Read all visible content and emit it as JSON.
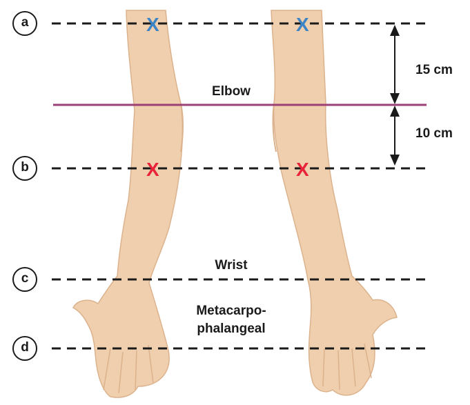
{
  "levels": {
    "a": "a",
    "b": "b",
    "c": "c",
    "d": "d"
  },
  "landmarks": {
    "elbow": "Elbow",
    "wrist": "Wrist",
    "mcp_line1": "Metacarpo-",
    "mcp_line2": "phalangeal"
  },
  "distances": {
    "above_elbow": "15 cm",
    "below_elbow": "10 cm"
  },
  "markers": {
    "symbol": "X",
    "proximal_color": "#3d84c6",
    "distal_color": "#e8233a"
  },
  "colors": {
    "skin": "#efcfad",
    "skin_shadow": "#dcb28d",
    "elbow_line": "#9c3f74",
    "dash_line": "#1a1a1a"
  }
}
